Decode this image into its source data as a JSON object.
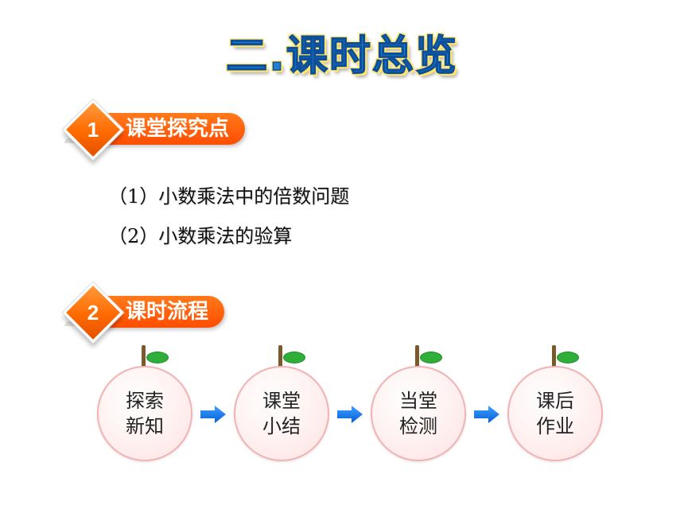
{
  "title": "二.课时总览",
  "section1": {
    "number": "1",
    "label": "课堂探究点"
  },
  "points": [
    "（1）小数乘法中的倍数问题",
    "（2）小数乘法的验算"
  ],
  "section2": {
    "number": "2",
    "label": "课时流程"
  },
  "flow": [
    {
      "line1": "探索",
      "line2": "新知"
    },
    {
      "line1": "课堂",
      "line2": "小结"
    },
    {
      "line1": "当堂",
      "line2": "检测"
    },
    {
      "line1": "课后",
      "line2": "作业"
    }
  ],
  "icons": {
    "stem": "stem-icon",
    "leaf": "leaf-icon",
    "arrow": "right-arrow-icon"
  },
  "colors": {
    "accent": "#ff5a00",
    "title": "#1f7fd4",
    "leaf": "#2fae3a"
  }
}
